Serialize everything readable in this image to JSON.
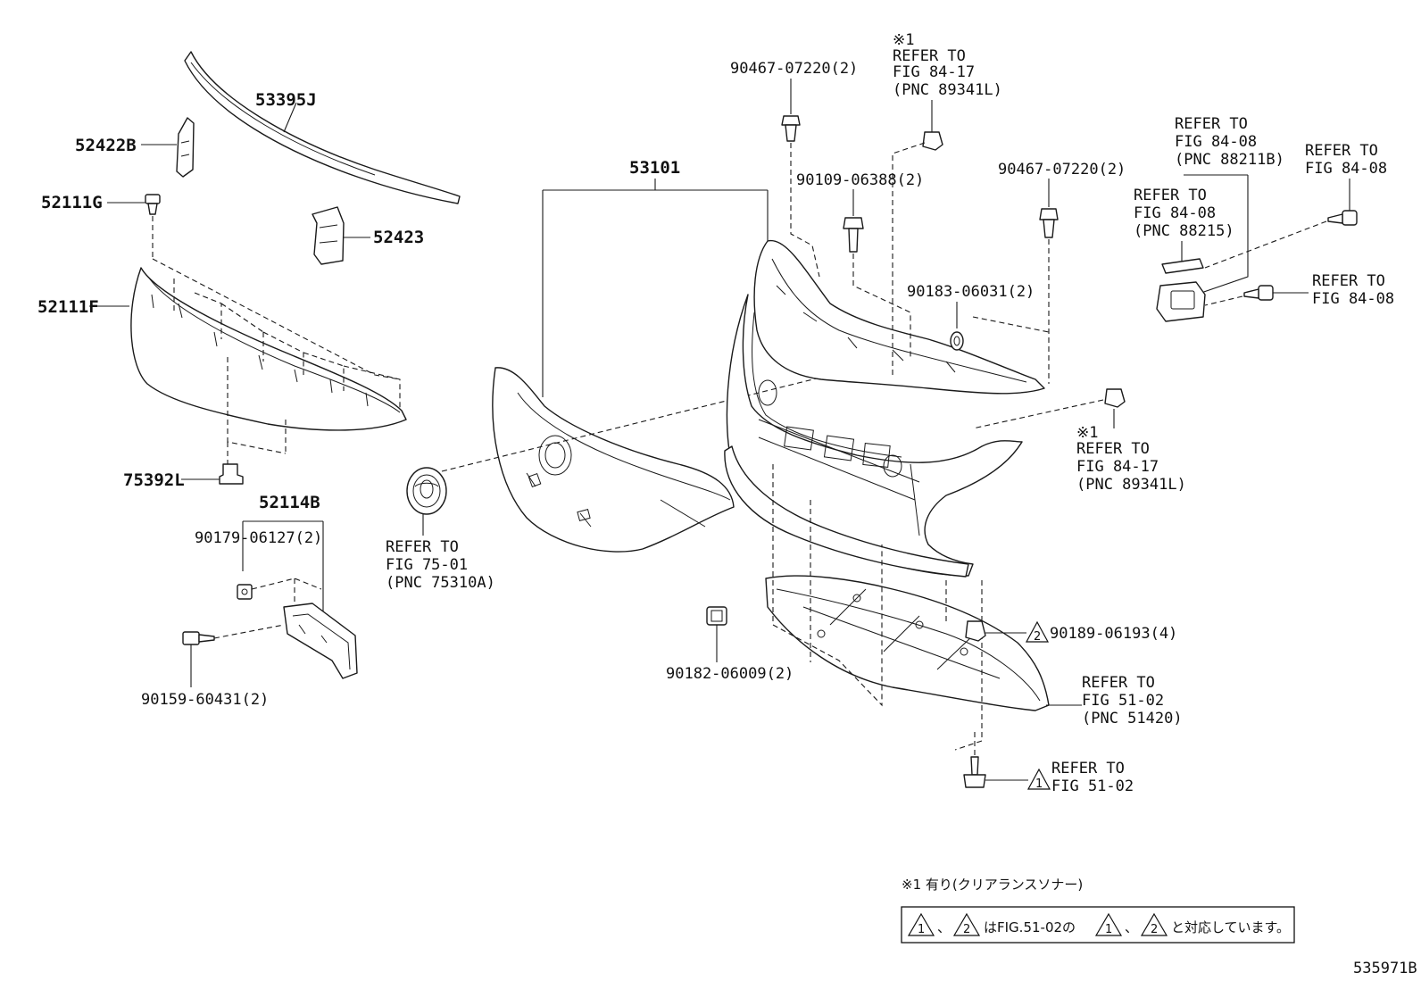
{
  "diagram_id": "535971B",
  "labels": {
    "p53395J": "53395J",
    "p52422B": "52422B",
    "p52111G": "52111G",
    "p52423": "52423",
    "p52111F": "52111F",
    "p75392L": "75392L",
    "p52114B": "52114B",
    "p90179": "90179-06127(2)",
    "p90159": "90159-60431(2)",
    "p53101": "53101",
    "p90467a": "90467-07220(2)",
    "p90109": "90109-06388(2)",
    "p90467b": "90467-07220(2)",
    "p90183": "90183-06031(2)",
    "p90182": "90182-06009(2)",
    "p90189": "90189-06193(4)"
  },
  "refs": {
    "fig7501": [
      "REFER TO",
      "FIG 75-01",
      "(PNC 75310A)"
    ],
    "fig8417top": [
      "※1",
      "REFER TO",
      "FIG 84-17",
      "(PNC 89341L)"
    ],
    "fig8417mid": [
      "※1",
      "REFER TO",
      "FIG 84-17",
      "(PNC 89341L)"
    ],
    "fig8408a": [
      "REFER TO",
      "FIG 84-08",
      "(PNC 88211B)"
    ],
    "fig8408b": [
      "REFER TO",
      "FIG 84-08",
      "(PNC 88215)"
    ],
    "fig8408c": [
      "REFER TO",
      "FIG 84-08"
    ],
    "fig8408d": [
      "REFER TO",
      "FIG 84-08"
    ],
    "fig5102a": [
      "REFER TO",
      "FIG 51-02",
      "(PNC 51420)"
    ],
    "fig5102b": [
      "REFER TO",
      "FIG 51-02"
    ]
  },
  "triangles": {
    "one": "1",
    "two": "2"
  },
  "notes": {
    "footnote": "※1 有り(クリアランスソナー)",
    "box_a": "、",
    "box_b": "はFIG.51-02の",
    "box_c": "、",
    "box_d": "と対応しています。"
  }
}
